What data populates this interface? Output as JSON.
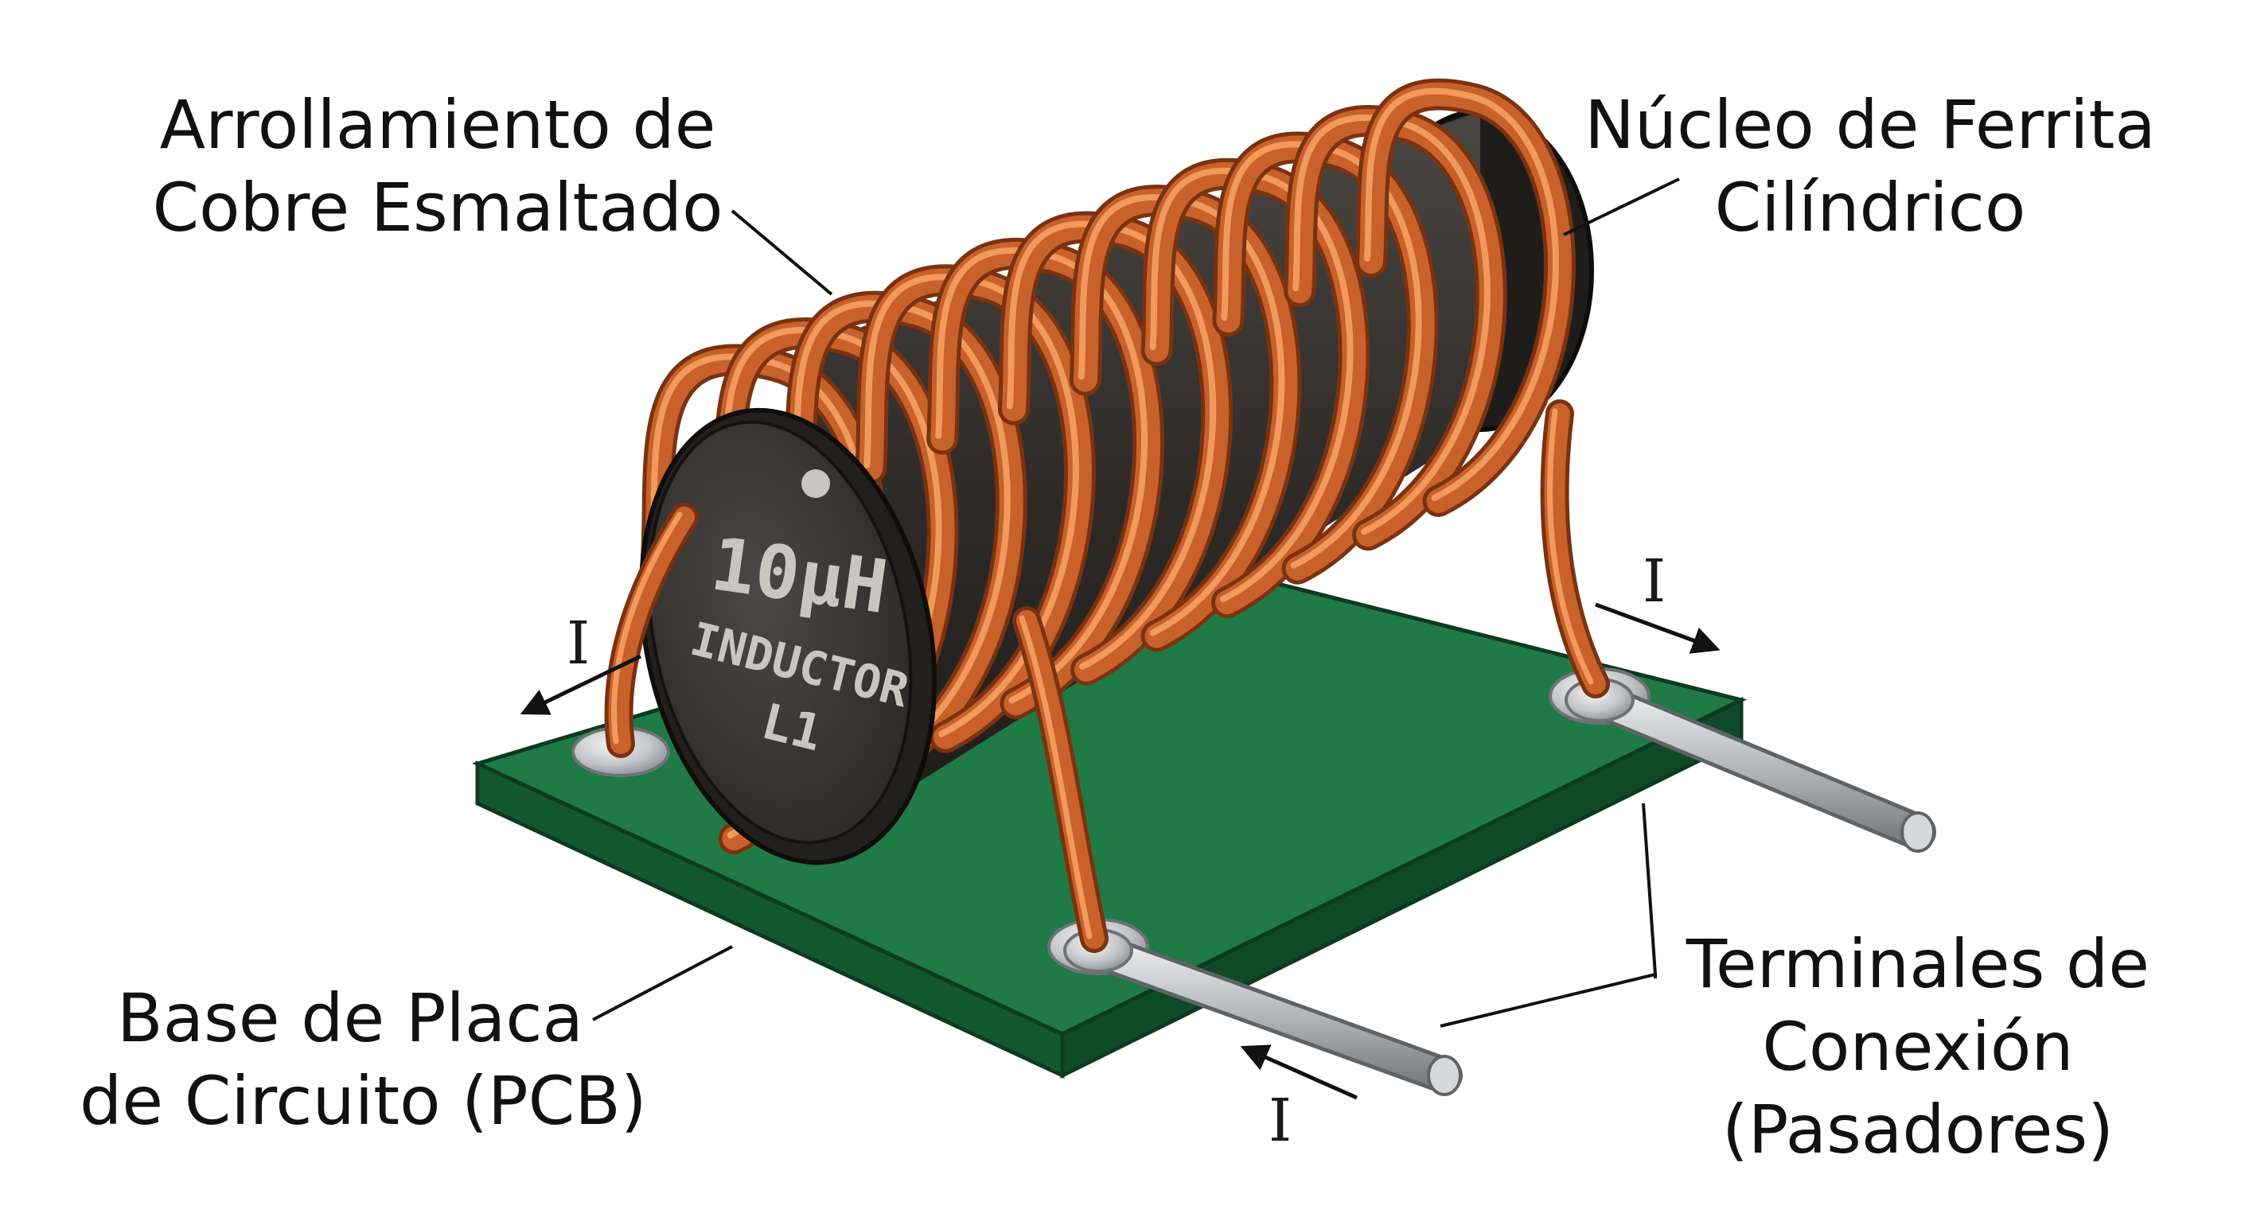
{
  "labels": {
    "winding": [
      "Arrollamiento de",
      "Cobre Esmaltado"
    ],
    "core": [
      "Núcleo de Ferrita",
      "Cilíndrico"
    ],
    "pcb": [
      "Base de Placa",
      "de Circuito (PCB)"
    ],
    "terminals": [
      "Terminales de",
      "Conexión",
      "(Pasadores)"
    ]
  },
  "marking": {
    "value": "10µH",
    "type": "INDUCTOR",
    "ref": "L1"
  },
  "current_symbol": "I",
  "colors": {
    "copper": "#c8612a",
    "copper_light": "#f29a5e",
    "copper_dark": "#7a3210",
    "ferrite": "#3a3734",
    "ferrite_dark": "#1f1d1b",
    "pcb_top": "#1f7a45",
    "pcb_side": "#0f4d2a",
    "solder": "#c9ccce",
    "pin": "#b9bcbe",
    "marking": "#c9c6c0",
    "text": "#111111"
  }
}
